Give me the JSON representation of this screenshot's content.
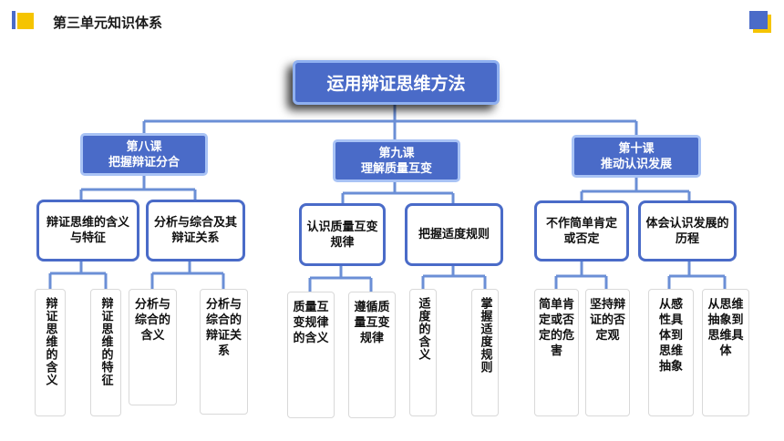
{
  "header": {
    "title": "第三单元知识体系"
  },
  "root": {
    "label": "运用辩证思维方法"
  },
  "lessons": [
    {
      "line1": "第八课",
      "line2": "把握辩证分合"
    },
    {
      "line1": "第九课",
      "line2": "理解质量互变"
    },
    {
      "line1": "第十课",
      "line2": "推动认识发展"
    }
  ],
  "topics": [
    "辩证思维的含义与特征",
    "分析与综合及其辩证关系",
    "认识质量互变规律",
    "把握适度规则",
    "不作简单肯定或否定",
    "体会认识发展的历程"
  ],
  "leaves": [
    "辩证思维的含义",
    "辩证思维的特征",
    "分析与综合的含义",
    "分析与综合的辩证关系",
    "质量互变规律的含义",
    "遵循质量互变规律",
    "适度的含义",
    "掌握适度规则",
    "简单肯定或否定的危害",
    "坚持辩证的否定观",
    "从感性具体到思维抽象",
    "从思维抽象到思维具体"
  ],
  "colors": {
    "accent": "#4a6bc8",
    "light_border": "#a9c3f5",
    "line": "#6b8fd6",
    "corner_yellow": "#f5c400"
  }
}
